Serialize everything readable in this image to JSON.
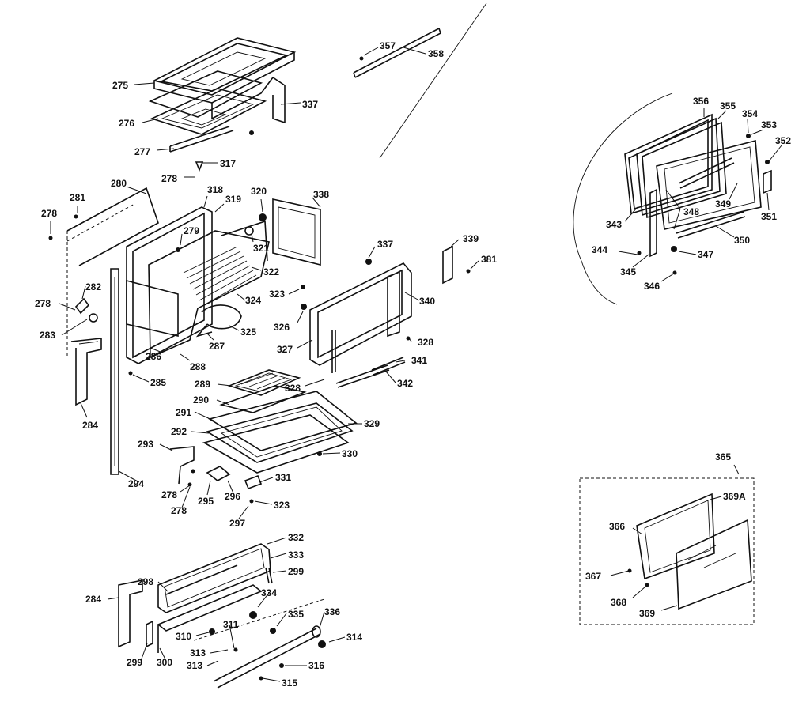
{
  "labels": {
    "l275": "275",
    "l276": "276",
    "l277": "277",
    "l278a": "278",
    "l317": "317",
    "l337a": "337",
    "l357": "357",
    "l358": "358",
    "l280": "280",
    "l281": "281",
    "l278b": "278",
    "l318": "318",
    "l319": "319",
    "l320": "320",
    "l338": "338",
    "l279": "279",
    "l321": "321",
    "l322": "322",
    "l282": "282",
    "l278c": "278",
    "l323a": "323",
    "l324": "324",
    "l283": "283",
    "l326": "326",
    "l325": "325",
    "l287": "287",
    "l286": "286",
    "l288": "288",
    "l285": "285",
    "l284a": "284",
    "l337b": "337",
    "l339": "339",
    "l381": "381",
    "l340": "340",
    "l327": "327",
    "l328a": "328",
    "l341": "341",
    "l328b": "328",
    "l342": "342",
    "l289": "289",
    "l290": "290",
    "l291": "291",
    "l329": "329",
    "l292": "292",
    "l330": "330",
    "l293": "293",
    "l294": "294",
    "l278d": "278",
    "l278e": "278",
    "l295": "295",
    "l296": "296",
    "l331": "331",
    "l323b": "323",
    "l297": "297",
    "l332": "332",
    "l333": "333",
    "l299a": "299",
    "l298": "298",
    "l334": "334",
    "l284b": "284",
    "l335": "335",
    "l336": "336",
    "l314": "314",
    "l310": "310",
    "l311": "311",
    "l313a": "313",
    "l313b": "313",
    "l316": "316",
    "l299b": "299",
    "l300": "300",
    "l315": "315",
    "l356": "356",
    "l355": "355",
    "l354": "354",
    "l353": "353",
    "l352": "352",
    "l343": "343",
    "l348": "348",
    "l349": "349",
    "l351": "351",
    "l350": "350",
    "l344": "344",
    "l347": "347",
    "l345": "345",
    "l346": "346",
    "l365": "365",
    "l369A": "369A",
    "l366": "366",
    "l367": "367",
    "l368": "368",
    "l369": "369"
  }
}
